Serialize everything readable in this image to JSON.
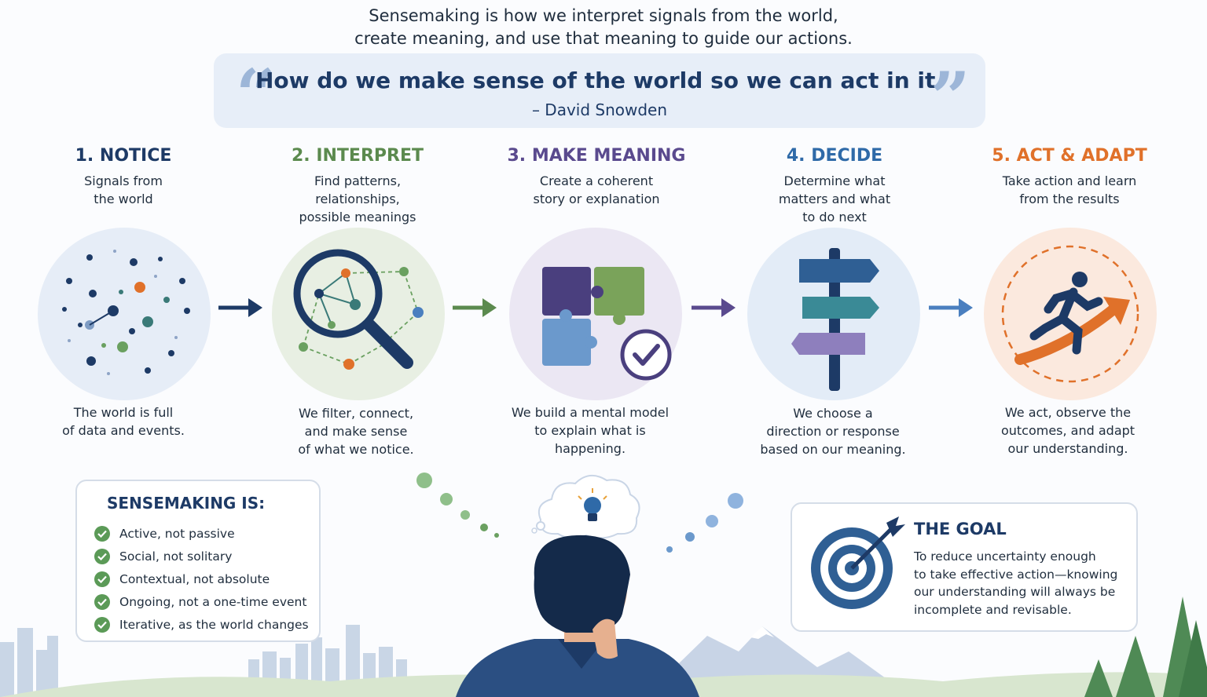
{
  "intro": {
    "line1": "Sensemaking is how we interpret signals from the world,",
    "line2": "create meaning, and use that meaning to guide our actions."
  },
  "quote": {
    "text": "How do we make sense of the world so we can act in it.",
    "author": "– David Snowden"
  },
  "colors": {
    "notice": "#1d3a66",
    "interpret": "#5b8a4e",
    "meaning": "#5a4a8e",
    "decide": "#2f6aa8",
    "act": "#e0712a"
  },
  "steps": [
    {
      "title": "1. NOTICE",
      "subtitle": [
        "Signals from",
        "the world"
      ],
      "description": [
        "The world is full",
        "of data and events."
      ],
      "icon": "scattered-dots-icon"
    },
    {
      "title": "2. INTERPRET",
      "subtitle": [
        "Find patterns,",
        "relationships,",
        "possible meanings"
      ],
      "description": [
        "We filter, connect,",
        "and make sense",
        "of what we notice."
      ],
      "icon": "magnifier-network-icon"
    },
    {
      "title": "3. MAKE MEANING",
      "subtitle": [
        "Create a coherent",
        "story or explanation"
      ],
      "description": [
        "We build a mental model",
        "to explain what is",
        "happening."
      ],
      "icon": "puzzle-check-icon"
    },
    {
      "title": "4. DECIDE",
      "subtitle": [
        "Determine what",
        "matters and what",
        "to do next"
      ],
      "description": [
        "We choose a",
        "direction or response",
        "based on our meaning."
      ],
      "icon": "signpost-icon"
    },
    {
      "title": "5. ACT & ADAPT",
      "subtitle": [
        "Take action and learn",
        "from the results"
      ],
      "description": [
        "We act, observe the",
        "outcomes, and adapt",
        "our understanding."
      ],
      "icon": "running-person-icon"
    }
  ],
  "sensemaking_is": {
    "title": "SENSEMAKING IS:",
    "items": [
      "Active, not passive",
      "Social, not solitary",
      "Contextual, not absolute",
      "Ongoing, not a one-time event",
      "Iterative, as the world changes"
    ]
  },
  "goal": {
    "title": "THE GOAL",
    "lines": [
      "To reduce uncertainty enough",
      "to take effective action—knowing",
      "our understanding will always be",
      "incomplete and revisable."
    ]
  }
}
